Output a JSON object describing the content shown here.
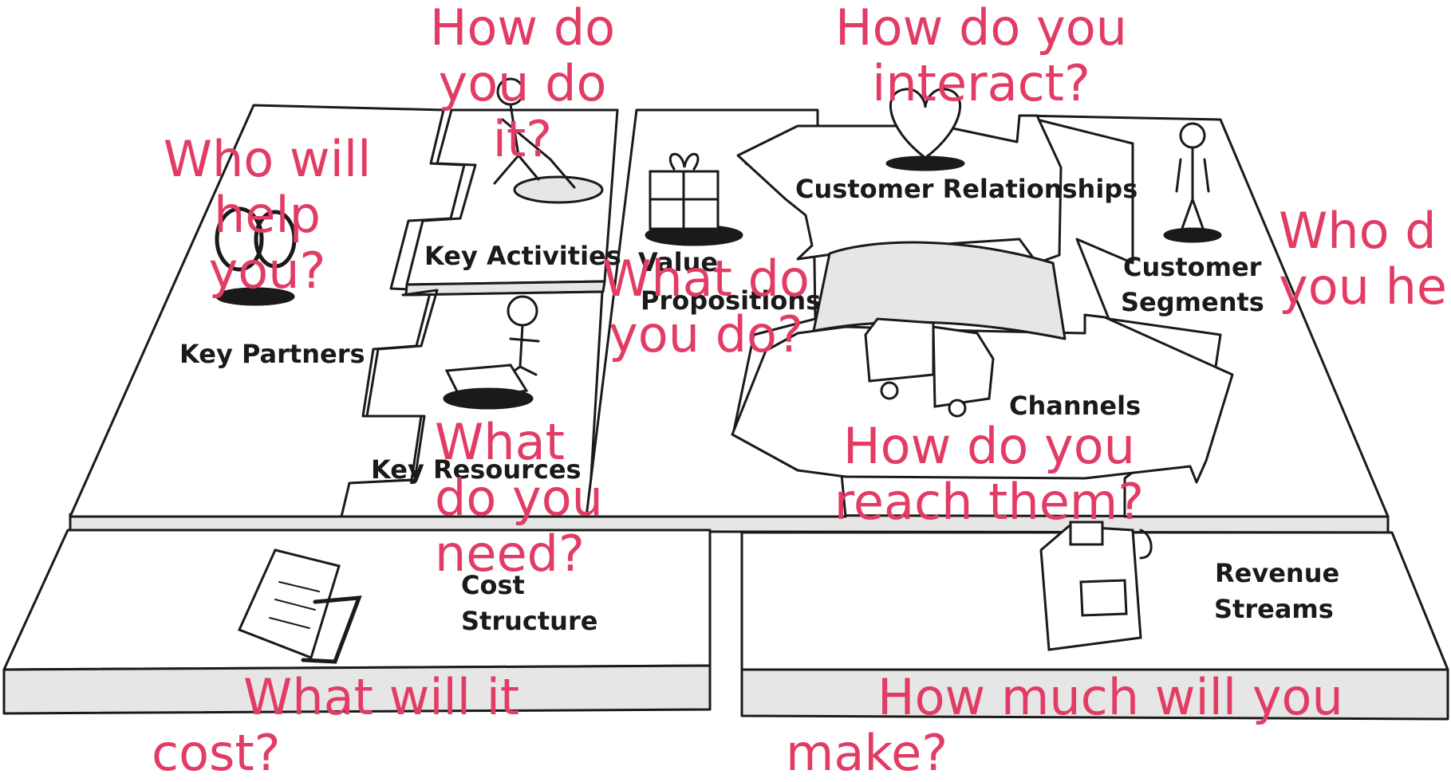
{
  "blocks": {
    "key_partners": "Key Partners",
    "key_activities": "Key Activities",
    "key_resources": "Key Resources",
    "value_propositions_1": "Value",
    "value_propositions_2": "Propositions",
    "customer_relationships": "Customer Relationships",
    "customer_segments_1": "Customer",
    "customer_segments_2": "Segments",
    "channels": "Channels",
    "cost_structure_1": "Cost",
    "cost_structure_2": "Structure",
    "revenue_streams_1": "Revenue",
    "revenue_streams_2": "Streams"
  },
  "questions": {
    "key_activities": [
      "How do",
      "you do",
      "it?"
    ],
    "customer_relationships": [
      "How do you",
      "interact?"
    ],
    "key_partners": [
      "Who will",
      "help",
      "you?"
    ],
    "customer_segments": [
      "Who d",
      "you he"
    ],
    "value_propositions": [
      "What do",
      "you do?"
    ],
    "key_resources": [
      "What",
      "do you",
      "need?"
    ],
    "channels": [
      "How do you",
      "reach them?"
    ],
    "cost_structure": [
      "What will it",
      "cost?"
    ],
    "revenue_streams": [
      "How much will you",
      "make?"
    ]
  },
  "colors": {
    "question_text": "#e23c64",
    "outline": "#1a1a1a",
    "shade": "#e6e6e6"
  }
}
